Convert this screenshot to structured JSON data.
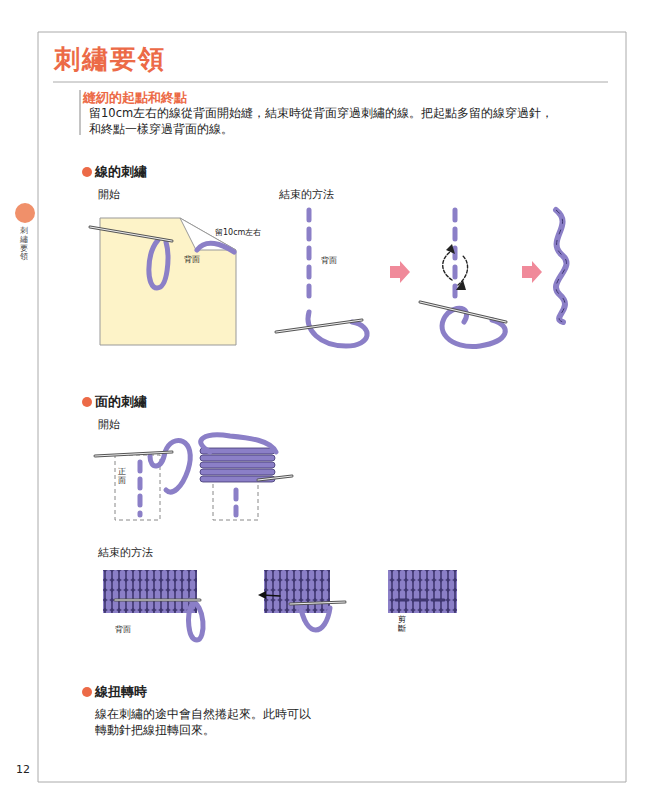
{
  "diagram": {
    "title": "刺繡要領",
    "labels": [
      "刺繡要領",
      "縫紉的起點和終點",
      "留10cm左右的線從背面開始縫，結束時從背面穿過刺繡的線。把起點多留的線穿過針，和終點一樣穿過背面的線。",
      "線的刺繡",
      "開始",
      "結束的方法",
      "留10cm左右",
      "背面",
      "背面",
      "面的刺繡",
      "開始",
      "正面",
      "結束的方法",
      "背面",
      "剪斷",
      "線扭轉時",
      "線在刺繡的途中會自然捲起來。此時可以轉動針把線扭轉回來。",
      "12"
    ]
  }
}
